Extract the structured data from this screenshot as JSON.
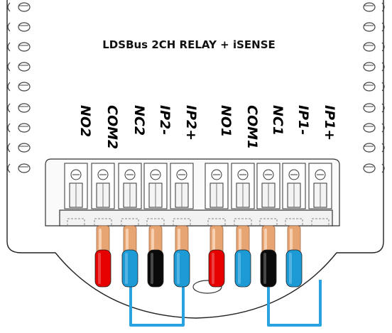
{
  "title": "LDSBus 2CH RELAY + iSENSE",
  "terminals": [
    {
      "label": "NO2",
      "wire": "none"
    },
    {
      "label": "COM2",
      "wire": "red"
    },
    {
      "label": "NC2",
      "wire": "blue"
    },
    {
      "label": "IP2-",
      "wire": "black"
    },
    {
      "label": "IP2+",
      "wire": "blue"
    },
    {
      "label": "NO1",
      "wire": "red"
    },
    {
      "label": "COM1",
      "wire": "blue"
    },
    {
      "label": "NC1",
      "wire": "black"
    },
    {
      "label": "IP1-",
      "wire": "blue"
    },
    {
      "label": "IP1+",
      "wire": "none"
    }
  ],
  "colors": {
    "red": "#e60000",
    "blue": "#1b9ad6",
    "black": "#0a0a0a",
    "copper": "#e8a574",
    "jumper": "#29a3e0"
  }
}
